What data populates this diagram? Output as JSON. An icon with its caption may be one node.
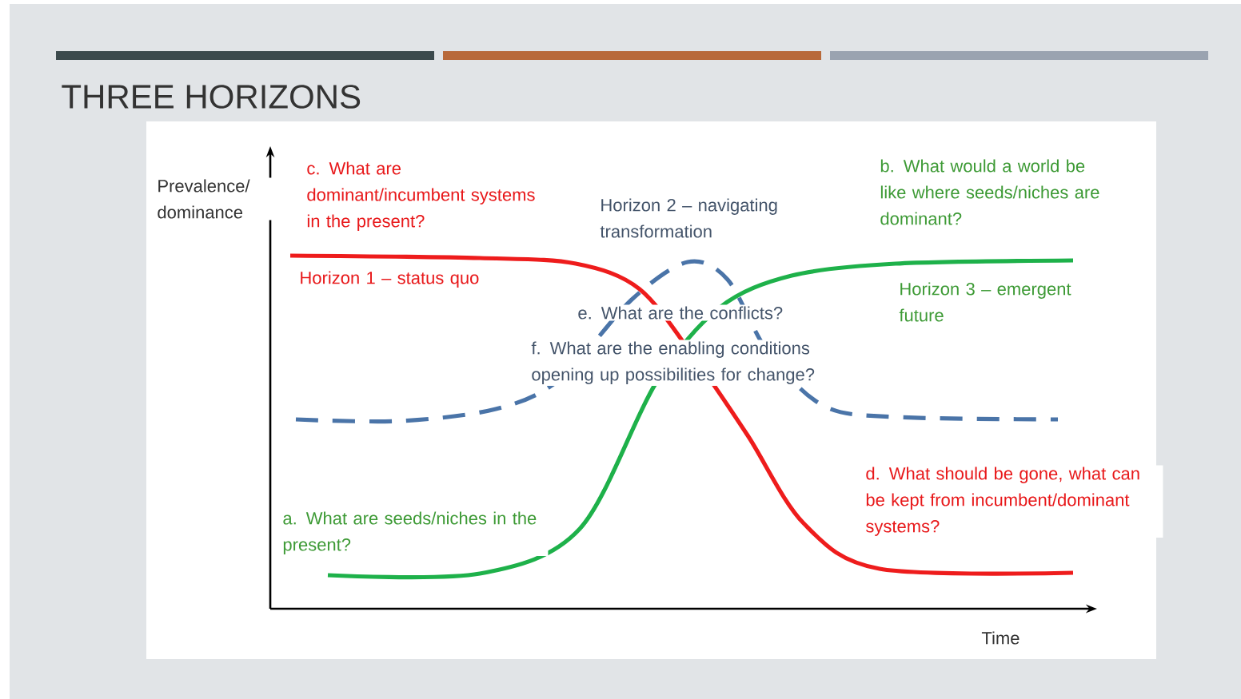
{
  "diagram": {
    "title": "THREE HORIZONS",
    "labels": [
      "Prevalence/ dominance",
      "c. What are dominant/incumbent systems in the present?",
      "Horizon 2 –  navigating transformation",
      "b. What would a world be like where seeds/niches are dominant?",
      "Horizon 1 – status quo",
      "Horizon 3 – emergent future",
      "e. What are the conflicts?",
      "f. What are the enabling conditions opening up possibilities for change?",
      "d. What should be gone, what can be kept from incumbent/dominant systems?",
      "a. What are seeds/niches in the present?",
      "Time"
    ]
  }
}
